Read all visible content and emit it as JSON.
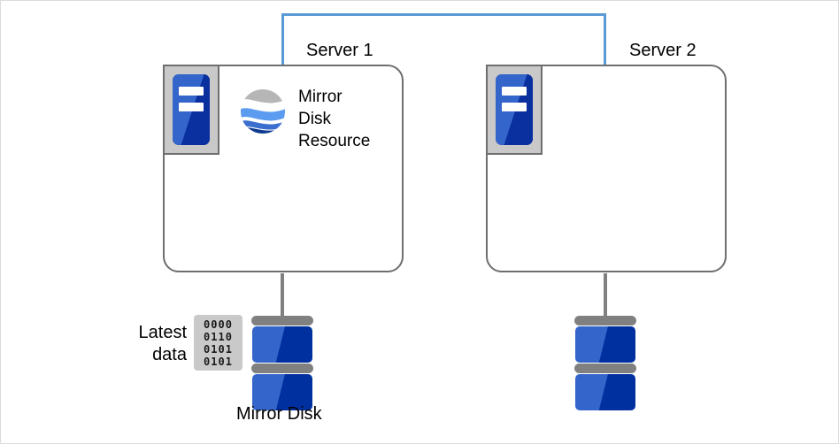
{
  "diagram": {
    "title": "Mirror Disk Resource on Server 1",
    "colors": {
      "interconnect": "#5b9bd5",
      "box_border": "#6e6e6e",
      "icon_frame": "#c9c9c9",
      "disk_blue_light": "#3465ca",
      "disk_blue_dark": "#0030a0",
      "server_blue_dark": "#0a2f9e",
      "platter_gray": "#808080",
      "text": "#000000",
      "canvas_border": "#dcdcdc"
    }
  },
  "interconnect": {
    "name": "server-interconnect-link"
  },
  "servers": [
    {
      "label": "Server 1",
      "icon": "server-machine-icon",
      "resource": {
        "icon": "mirror-disk-resource-globe-icon",
        "text": "Mirror\nDisk\nResource"
      },
      "disk": {
        "icon": "disk-stack-icon",
        "caption": "Mirror Disk",
        "data_label": "Latest\ndata",
        "binary_rows": [
          "0000",
          "0110",
          "0101",
          "0101"
        ]
      }
    },
    {
      "label": "Server 2",
      "icon": "server-machine-icon",
      "resource": null,
      "disk": {
        "icon": "disk-stack-icon",
        "caption": "",
        "data_label": "",
        "binary_rows": []
      }
    }
  ]
}
